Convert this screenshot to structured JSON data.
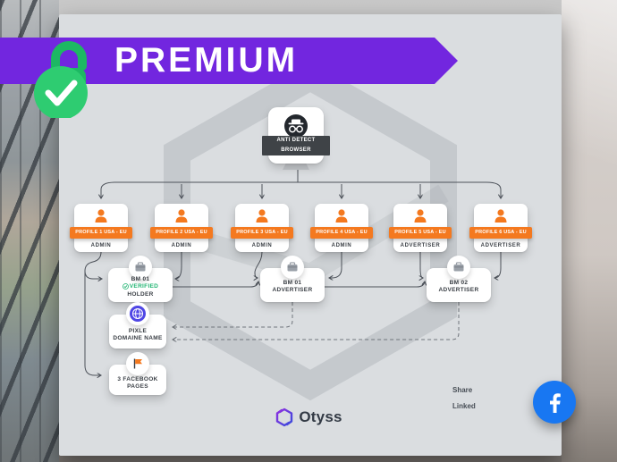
{
  "banner": {
    "label": "PREMIUM"
  },
  "root": {
    "label": "ANTI DETECT BROWSER"
  },
  "profiles": [
    {
      "banner": "PROFILE 1 USA - EU",
      "role": "ADMIN"
    },
    {
      "banner": "PROFILE 2 USA - EU",
      "role": "ADMIN"
    },
    {
      "banner": "PROFILE 3 USA - EU",
      "role": "ADMIN"
    },
    {
      "banner": "PROFILE 4 USA - EU",
      "role": "ADMIN"
    },
    {
      "banner": "PROFILE 5 USA - EU",
      "role": "ADVERTISER"
    },
    {
      "banner": "PROFILE 6 USA - EU",
      "role": "ADVERTISER"
    }
  ],
  "bm": [
    {
      "title": "BM 01",
      "status": "VERIFIED",
      "subtitle": "HOLDER"
    },
    {
      "title": "BM 01",
      "subtitle": "ADVERTISER"
    },
    {
      "title": "BM 02",
      "subtitle": "ADVERTISER"
    }
  ],
  "pixel": {
    "line1": "PIXLE",
    "line2": "DOMAINE NAME"
  },
  "pages": {
    "line1": "3 FACEBOOK",
    "line2": "PAGES"
  },
  "legend": {
    "share": "Share",
    "linked": "Linked"
  },
  "brand": {
    "name": "Otyss"
  },
  "colors": {
    "accent_purple": "#7226df",
    "accent_orange": "#f4791f",
    "green": "#22b573",
    "facebook_blue": "#1877f2",
    "line_solid": "#4d525a",
    "line_dashed": "#70757c",
    "canvas_bg": "#dadde0"
  }
}
